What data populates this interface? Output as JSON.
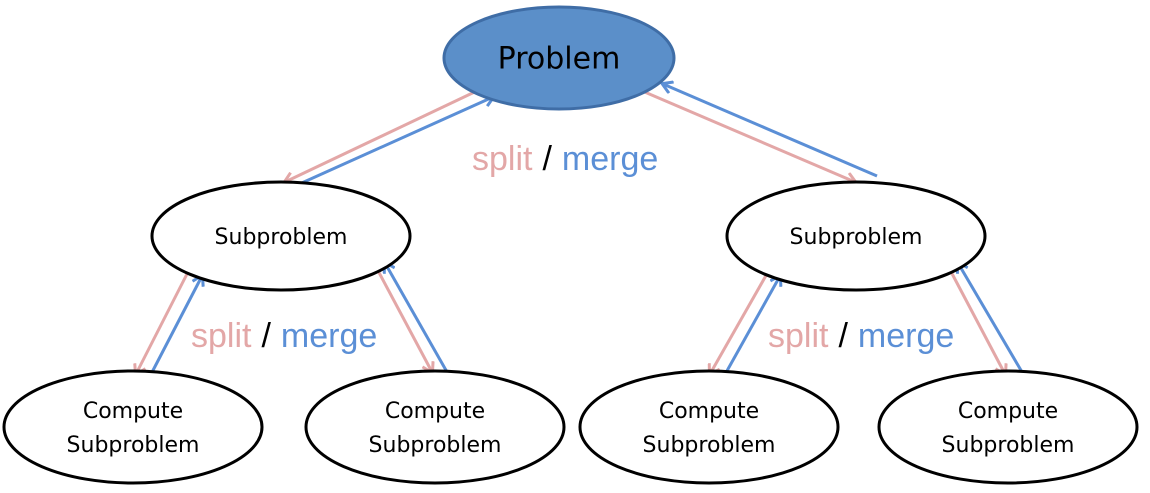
{
  "colors": {
    "split": "#e3a7a7",
    "merge": "#5b8fd6",
    "root_fill": "#5b8fc9",
    "root_stroke": "#3f6da6"
  },
  "root": {
    "label": "Problem"
  },
  "subproblems": [
    {
      "label": "Subproblem"
    },
    {
      "label": "Subproblem"
    }
  ],
  "leaves": [
    {
      "line1": "Compute",
      "line2": "Subproblem"
    },
    {
      "line1": "Compute",
      "line2": "Subproblem"
    },
    {
      "line1": "Compute",
      "line2": "Subproblem"
    },
    {
      "line1": "Compute",
      "line2": "Subproblem"
    }
  ],
  "edge_labels": [
    {
      "split": "split",
      "sep": "/",
      "merge": "merge"
    },
    {
      "split": "split",
      "sep": "/",
      "merge": "merge"
    },
    {
      "split": "split",
      "sep": "/",
      "merge": "merge"
    }
  ]
}
